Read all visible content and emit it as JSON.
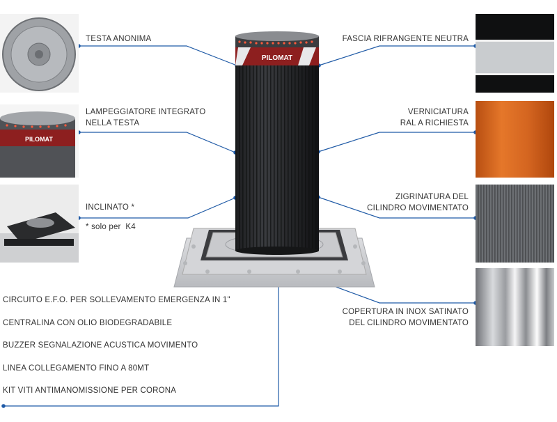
{
  "brand": "PILOMAT",
  "callouts_left": [
    {
      "id": "testa",
      "lines": [
        "TESTA ANONIMA"
      ]
    },
    {
      "id": "lampeggiatore",
      "lines": [
        "LAMPEGGIATORE INTEGRATO",
        "NELLA TESTA"
      ]
    },
    {
      "id": "inclinato",
      "lines": [
        "INCLINATO *"
      ],
      "note": "* solo per  K4"
    }
  ],
  "callouts_right": [
    {
      "id": "fascia",
      "lines": [
        "FASCIA RIFRANGENTE NEUTRA"
      ]
    },
    {
      "id": "verniciatura",
      "lines": [
        "VERNICIATURA",
        "RAL A RICHIESTA"
      ]
    },
    {
      "id": "zigrinatura",
      "lines": [
        "ZIGRINATURA DEL",
        "CILINDRO MOVIMENTATO"
      ]
    },
    {
      "id": "copertura",
      "lines": [
        "COPERTURA IN INOX SATINATO",
        "DEL CILINDRO MOVIMENTATO"
      ]
    }
  ],
  "features": [
    "CIRCUITO E.F.O. PER SOLLEVAMENTO EMERGENZA IN 1\"",
    "CENTRALINA CON OLIO BIODEGRADABILE",
    "BUZZER SEGNALAZIONE ACUSTICA MOVIMENTO",
    "LINEA COLLEGAMENTO FINO A 80MT",
    "KIT VITI ANTIMANOMISSIONE PER CORONA"
  ],
  "colors": {
    "callout_line": "#1f5aa6",
    "text": "#333333",
    "ral_orange": "#d9661f"
  }
}
